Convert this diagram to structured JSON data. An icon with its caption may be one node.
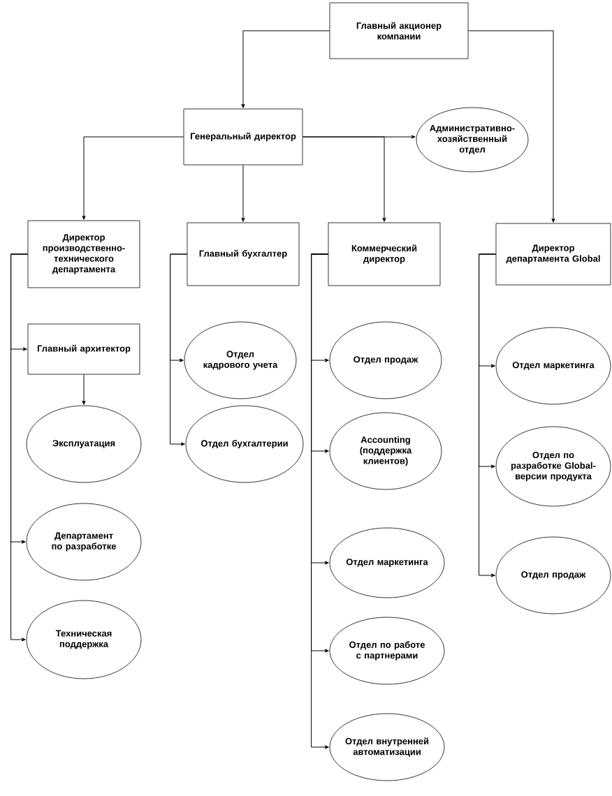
{
  "diagram": {
    "nodes": [
      {
        "text": [
          "Главный акционер компании"
        ]
      },
      {
        "text": [
          "Генеральный директор"
        ]
      },
      {
        "text": [
          "Административно-хозяйственный отдел"
        ]
      },
      {
        "text": [
          "Директор производственно-технического департамента"
        ]
      },
      {
        "text": [
          "Главный бухгалтер"
        ]
      },
      {
        "text": [
          "Коммерческий директор"
        ]
      },
      {
        "text": [
          "Директор департамента Global"
        ]
      },
      {
        "text": [
          "Главный архитектор"
        ]
      },
      {
        "text": [
          "Эксплуатация"
        ]
      },
      {
        "text": [
          "Департамент по разработке"
        ]
      },
      {
        "text": [
          "Техническая поддержка"
        ]
      },
      {
        "text": [
          "Отдел кадрового учета"
        ]
      },
      {
        "text": [
          "Отдел бухгалтерии"
        ]
      },
      {
        "text": [
          "Отдел продаж"
        ]
      },
      {
        "text": [
          "Accounting (поддержка клиентов)"
        ]
      },
      {
        "text": [
          "Отдел маркетинга"
        ]
      },
      {
        "text": [
          "Отдел по работе с партнерами"
        ]
      },
      {
        "text": [
          "Отдел внутренней автоматизации"
        ]
      },
      {
        "text": [
          "Отдел маркетинга"
        ]
      },
      {
        "text": [
          "Отдел по разработке Global-версии продукта"
        ]
      },
      {
        "text": [
          "Отдел продаж"
        ]
      }
    ],
    "edges": [
      {
        "from": 0,
        "to": 1,
        "arrow": "to"
      },
      {
        "from": 0,
        "to": 6,
        "arrow": "to"
      },
      {
        "from": 1,
        "to": 3,
        "arrow": "to"
      },
      {
        "from": 1,
        "to": 4,
        "arrow": "to"
      },
      {
        "from": 1,
        "to": 5,
        "arrow": "to"
      },
      {
        "from": 1,
        "to": 2,
        "arrow": "to"
      },
      {
        "from": 3,
        "to": 7,
        "arrow": "to"
      },
      {
        "from": 3,
        "to": 9,
        "arrow": "to"
      },
      {
        "from": 3,
        "to": 10,
        "arrow": "to"
      },
      {
        "from": 7,
        "to": 8,
        "arrow": "to"
      },
      {
        "from": 4,
        "to": 11,
        "arrow": "to"
      },
      {
        "from": 4,
        "to": 12,
        "arrow": "to"
      },
      {
        "from": 5,
        "to": 13,
        "arrow": "to"
      },
      {
        "from": 5,
        "to": 14,
        "arrow": "to"
      },
      {
        "from": 5,
        "to": 15,
        "arrow": "to"
      },
      {
        "from": 5,
        "to": 16,
        "arrow": "to"
      },
      {
        "from": 5,
        "to": 17,
        "arrow": "to"
      },
      {
        "from": 6,
        "to": 18,
        "arrow": "to"
      },
      {
        "from": 6,
        "to": 19,
        "arrow": "to"
      },
      {
        "from": 6,
        "to": 20,
        "arrow": "to"
      }
    ]
  }
}
